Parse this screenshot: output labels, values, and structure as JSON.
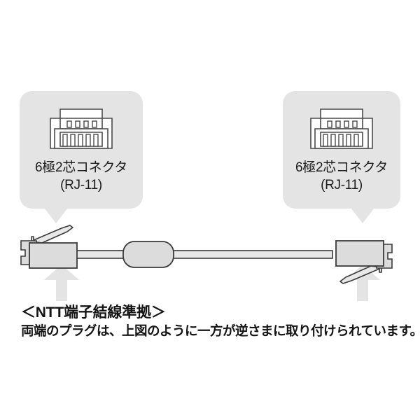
{
  "figure": {
    "type": "product-diagram",
    "subject": "RJ-11 telephone modular cable",
    "background_color": "#ffffff"
  },
  "callouts": [
    {
      "id": "left-connector-callout",
      "icon": "rj11-jack-icon",
      "label_main": "6極2芯コネクタ",
      "label_sub": "(RJ-11)",
      "bubble_color": "#e4e4e4",
      "points_to": "left-plug"
    },
    {
      "id": "right-connector-callout",
      "icon": "rj11-jack-icon",
      "label_main": "6極2芯コネクタ",
      "label_sub": "(RJ-11)",
      "bubble_color": "#e4e4e4",
      "points_to": "right-plug"
    }
  ],
  "cable": {
    "left_plug": {
      "name": "left-modular-plug",
      "orientation": "latch-up",
      "fill": "#dcdcdc",
      "stroke": "#3a3a3a"
    },
    "right_plug": {
      "name": "right-modular-plug",
      "orientation": "latch-down",
      "fill": "#dcdcdc",
      "stroke": "#3a3a3a"
    },
    "ferrite": {
      "name": "cable-ferrite-bulge",
      "fill": "#dcdcdc",
      "stroke": "#3a3a3a"
    },
    "cord": {
      "fill": "#e8e8e8",
      "stroke": "#3a3a3a"
    }
  },
  "arrows": [
    {
      "id": "left-up-arrow",
      "direction": "up",
      "color": "#e4e4e4"
    },
    {
      "id": "right-up-arrow",
      "direction": "up",
      "color": "#e4e4e4"
    }
  ],
  "note": {
    "heading": "＜NTT端子結線準拠＞",
    "body": "両端のプラグは、上図のように一方が逆さまに取り付けられています。"
  }
}
